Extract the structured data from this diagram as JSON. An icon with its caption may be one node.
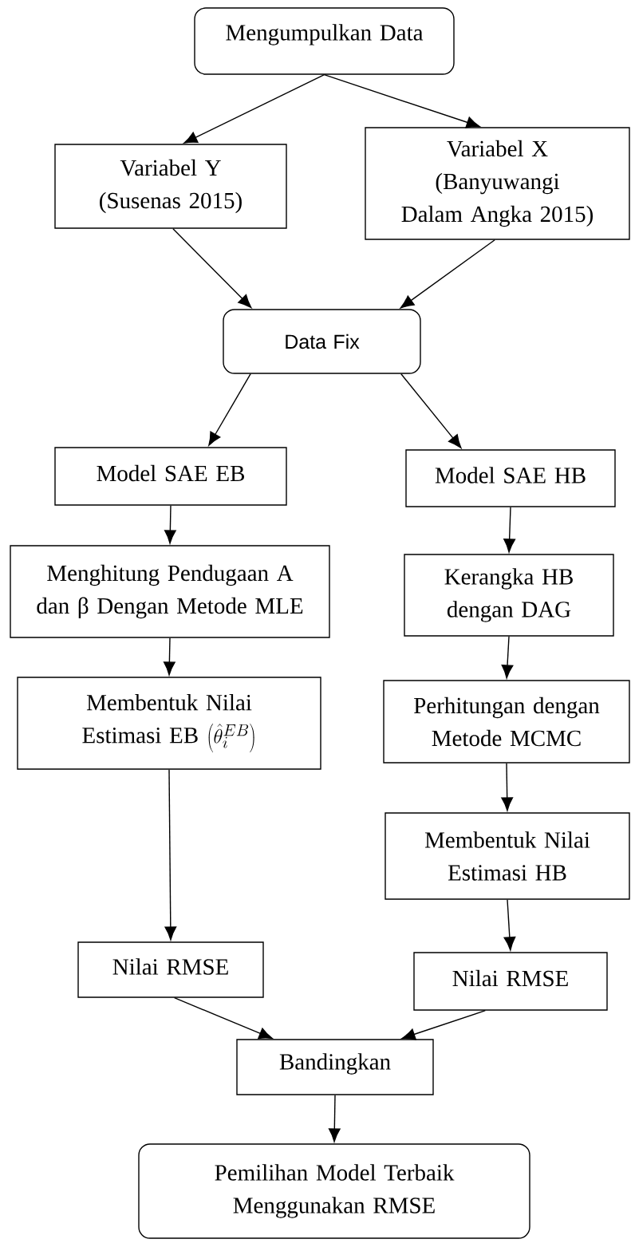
{
  "diagram": {
    "nodes": [
      {
        "text": [
          "Mengumpulkan Data"
        ]
      },
      {
        "text": [
          "Variabel Y (Susenas 2015)"
        ]
      },
      {
        "text": [
          "Variabel X (Banyuwangi  Dalam Angka 2015)"
        ]
      },
      {
        "text": [
          "Data Fix"
        ]
      },
      {
        "text": [
          "Model SAE EB"
        ]
      },
      {
        "text": [
          "Model SAE HB"
        ]
      },
      {
        "text": [
          "Menghitung Pendugaan A dan β Dengan Metode MLE"
        ]
      },
      {
        "text": [
          "Kerangka HB dengan DAG"
        ]
      },
      {
        "text": [
          "Membentuk Nilai Estimasi EB",
          "\\left(\\hat{\\theta}_i^{EB}\\right)"
        ]
      },
      {
        "text": [
          "Perhitungan dengan Metode MCMC"
        ]
      },
      {
        "text": [
          "Membentuk Nilai Estimasi HB"
        ]
      },
      {
        "text": [
          "Nilai RMSE"
        ]
      },
      {
        "text": [
          "Nilai RMSE"
        ]
      },
      {
        "text": [
          "Bandingkan"
        ]
      },
      {
        "text": [
          "Pemilihan Model Terbaik Menggunakan RMSE"
        ]
      }
    ],
    "edges": [
      {
        "from": 0,
        "to": 1,
        "arrow": "to"
      },
      {
        "from": 0,
        "to": 2,
        "arrow": "to"
      },
      {
        "from": 1,
        "to": 3,
        "arrow": "to"
      },
      {
        "from": 2,
        "to": 3,
        "arrow": "to"
      },
      {
        "from": 3,
        "to": 4,
        "arrow": "to"
      },
      {
        "from": 3,
        "to": 5,
        "arrow": "to"
      },
      {
        "from": 4,
        "to": 6,
        "arrow": "to"
      },
      {
        "from": 6,
        "to": 8,
        "arrow": "to"
      },
      {
        "from": 8,
        "to": 11,
        "arrow": "to"
      },
      {
        "from": 5,
        "to": 7,
        "arrow": "to"
      },
      {
        "from": 7,
        "to": 9,
        "arrow": "to"
      },
      {
        "from": 9,
        "to": 10,
        "arrow": "to"
      },
      {
        "from": 10,
        "to": 12,
        "arrow": "to"
      },
      {
        "from": 11,
        "to": 13,
        "arrow": "to"
      },
      {
        "from": 12,
        "to": 13,
        "arrow": "to"
      },
      {
        "from": 13,
        "to": 14,
        "arrow": "to"
      }
    ]
  }
}
